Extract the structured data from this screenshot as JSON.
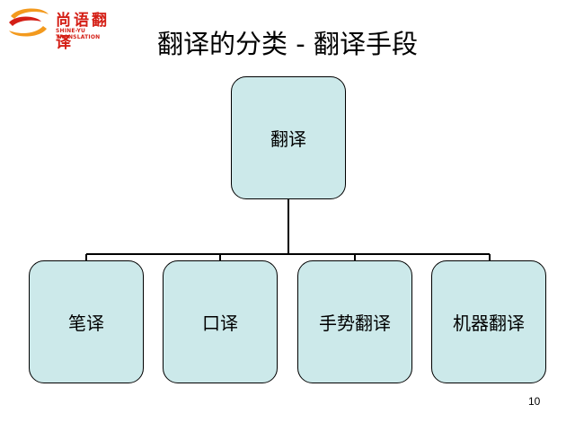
{
  "logo": {
    "cn": "尚语翻译",
    "en": "SHINE-YU TRANSLATION",
    "colors": {
      "red": "#d41f16",
      "orange": "#f39a1e"
    }
  },
  "slide": {
    "title": "翻译的分类 - 翻译手段",
    "page_number": "10"
  },
  "diagram": {
    "root": "翻译",
    "children": [
      "笔译",
      "口译",
      "手势翻译",
      "机器翻译"
    ],
    "node_fill": "#cce9ea"
  }
}
